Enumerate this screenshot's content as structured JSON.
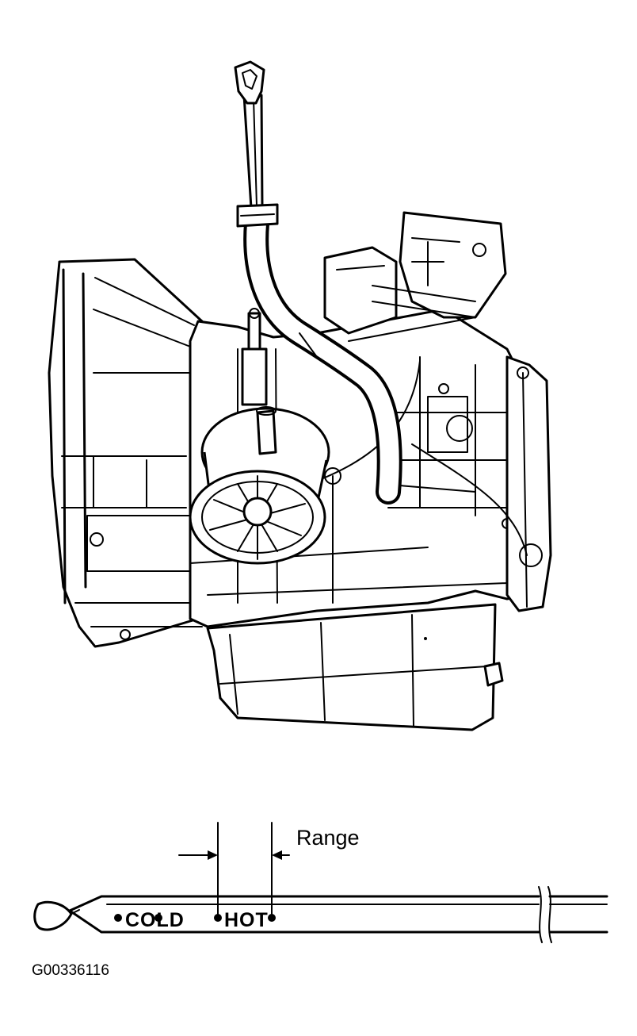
{
  "dipstick": {
    "range_label": "Range",
    "cold_label": "COLD",
    "hot_label": "HOT"
  },
  "figure_id": "G00336116"
}
